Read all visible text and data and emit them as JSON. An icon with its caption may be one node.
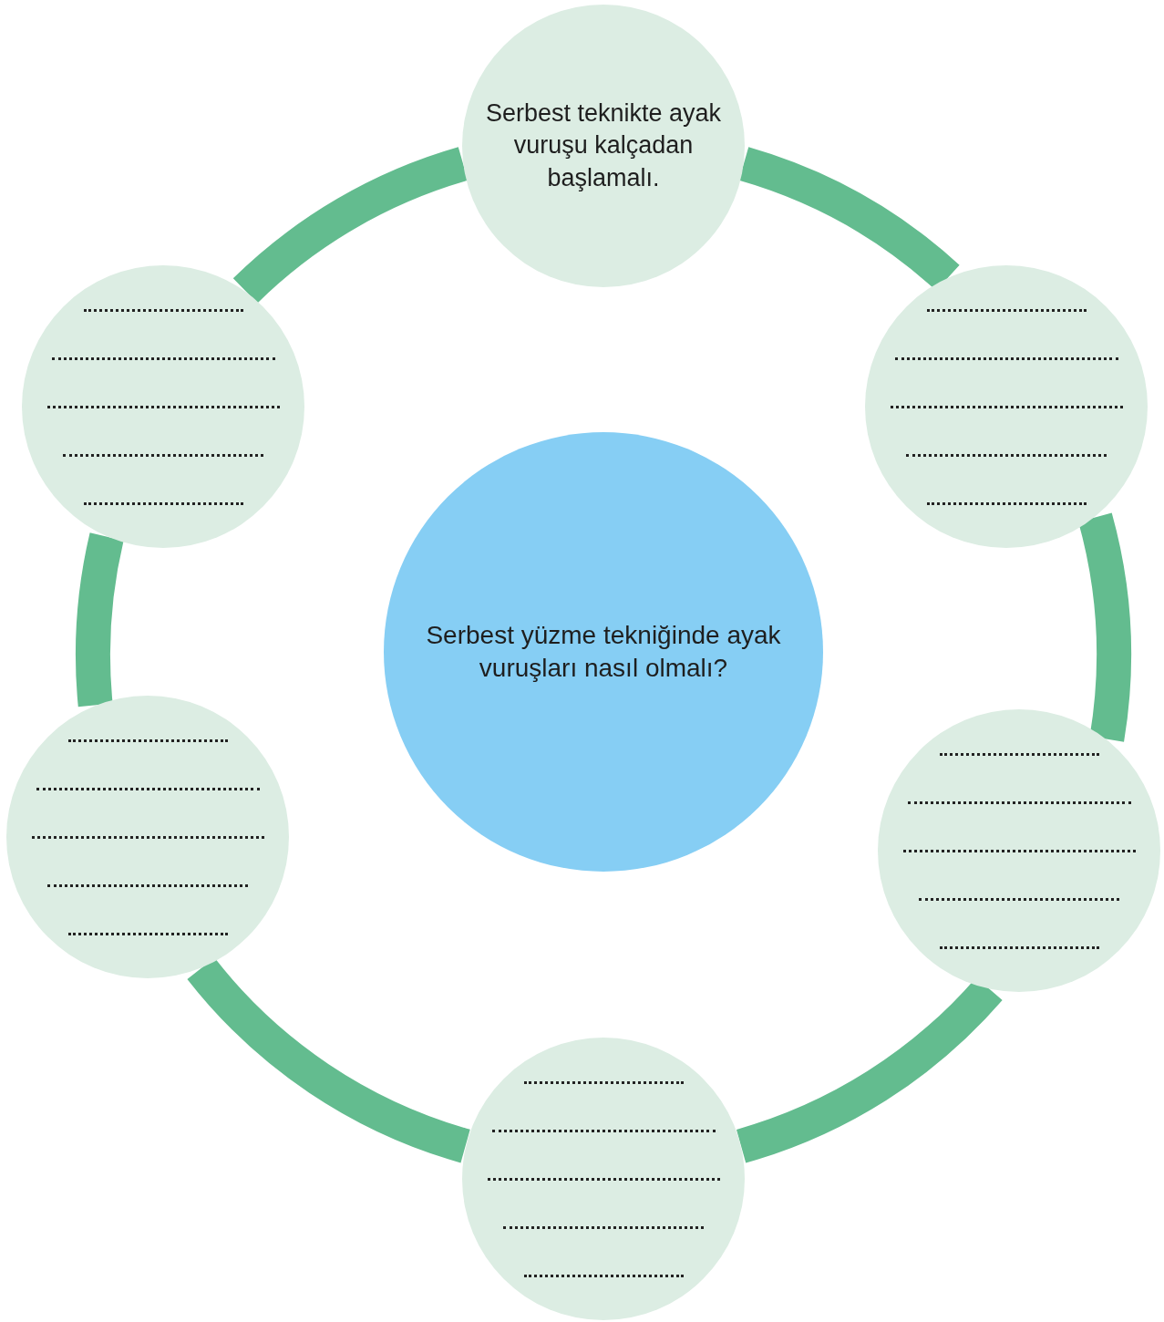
{
  "diagram": {
    "nodes": [
      {
        "text": [
          "Serbest yüzme tekniğinde ayak vuruşları nasıl olmalı?"
        ]
      },
      {
        "text": [
          "Serbest teknikte ayak vuruşu kalçadan başlamalı."
        ]
      },
      {
        "text": [],
        "shape": "circle"
      },
      {
        "text": [],
        "shape": "circle"
      },
      {
        "text": [],
        "shape": "circle"
      },
      {
        "text": [],
        "shape": "circle"
      },
      {
        "text": [],
        "shape": "circle"
      }
    ],
    "edges": [
      {
        "from": 1,
        "to": 2,
        "arrow": "none"
      },
      {
        "from": 2,
        "to": 3,
        "arrow": "none"
      },
      {
        "from": 3,
        "to": 4,
        "arrow": "none"
      },
      {
        "from": 4,
        "to": 5,
        "arrow": "none"
      },
      {
        "from": 5,
        "to": 6,
        "arrow": "none"
      },
      {
        "from": 6,
        "to": 1,
        "arrow": "none"
      }
    ]
  }
}
